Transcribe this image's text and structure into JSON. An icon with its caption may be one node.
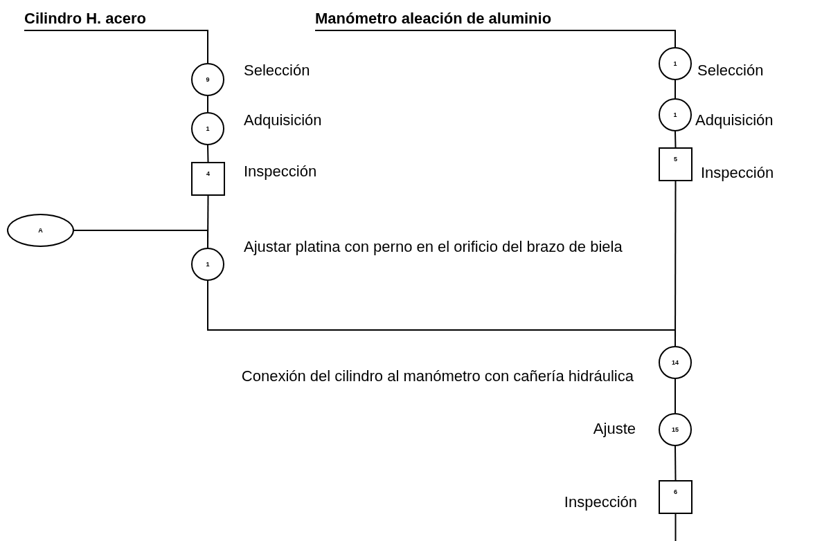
{
  "diagram": {
    "nodes": [
      {
        "text": [
          "Cilindro H. acero"
        ]
      },
      {
        "text": [
          "9"
        ],
        "beside": [
          "Selección"
        ]
      },
      {
        "text": [
          "1"
        ],
        "beside": [
          "Adquisición"
        ]
      },
      {
        "text": [
          "4"
        ],
        "beside": [
          "Inspección"
        ]
      },
      {
        "text": [
          "A"
        ]
      },
      {
        "text": [
          "1"
        ],
        "beside": [
          "Ajustar platina con perno en el orificio del brazo de biela"
        ]
      },
      {
        "text": [
          "Manómetro aleación de aluminio"
        ]
      },
      {
        "text": [
          "1"
        ],
        "beside": [
          "Selección"
        ]
      },
      {
        "text": [
          "1"
        ],
        "beside": [
          "Adquisición"
        ]
      },
      {
        "text": [
          "5"
        ],
        "beside": [
          "Inspección"
        ]
      },
      {
        "text": [
          "14"
        ],
        "beside": [
          "Conexión del cilindro al manómetro con cañería hidráulica"
        ]
      },
      {
        "text": [
          "15"
        ],
        "beside": [
          "Ajuste"
        ]
      },
      {
        "text": [
          "6"
        ],
        "beside": [
          "Inspección"
        ]
      }
    ],
    "edges": [
      {
        "from": 0,
        "to": 1,
        "arrow": "none"
      },
      {
        "from": 1,
        "to": 2,
        "arrow": "none"
      },
      {
        "from": 2,
        "to": 3,
        "arrow": "none"
      },
      {
        "from": 3,
        "to": 5,
        "arrow": "none"
      },
      {
        "from": 4,
        "to": 5,
        "arrow": "none"
      },
      {
        "from": 5,
        "to": 10,
        "arrow": "none"
      },
      {
        "from": 6,
        "to": 7,
        "arrow": "none"
      },
      {
        "from": 7,
        "to": 8,
        "arrow": "none"
      },
      {
        "from": 8,
        "to": 9,
        "arrow": "none"
      },
      {
        "from": 9,
        "to": 10,
        "arrow": "none"
      },
      {
        "from": 10,
        "to": 11,
        "arrow": "none"
      },
      {
        "from": 11,
        "to": 12,
        "arrow": "none"
      },
      {
        "from": 12,
        "to": null,
        "arrow": "none"
      }
    ]
  }
}
